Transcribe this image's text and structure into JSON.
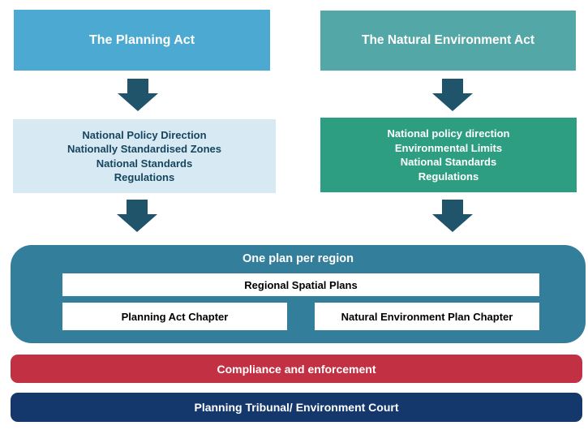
{
  "columns": [
    {
      "act_label": "The Planning Act",
      "instrument_lines": [
        "National Policy Direction",
        "Nationally Standardised Zones",
        "National Standards",
        "Regulations"
      ]
    },
    {
      "act_label": "The Natural Environment Act",
      "instrument_lines": [
        "National policy direction",
        "Environmental Limits",
        "National Standards",
        "Regulations"
      ]
    }
  ],
  "one_plan": {
    "title": "One plan per region",
    "spatial_plans_label": "Regional Spatial Plans",
    "chapters": [
      "Planning Act Chapter",
      "Natural Environment Plan Chapter"
    ]
  },
  "bottom_bars": {
    "compliance_label": "Compliance and enforcement",
    "tribunal_label": "Planning Tribunal/ Environment Court"
  },
  "colors": {
    "planning_act_bg": "#4BA9D2",
    "natural_environment_act_bg": "#54A7A7",
    "planning_instruments_bg": "#D7EAF4",
    "planning_instruments_text": "#17455E",
    "natural_instruments_bg": "#2E9E82",
    "arrow": "#1F546A",
    "one_plan_bg": "#337E9B",
    "white_box_bg": "#FFFFFF",
    "compliance_bg": "#C23143",
    "tribunal_bg": "#14386B"
  }
}
